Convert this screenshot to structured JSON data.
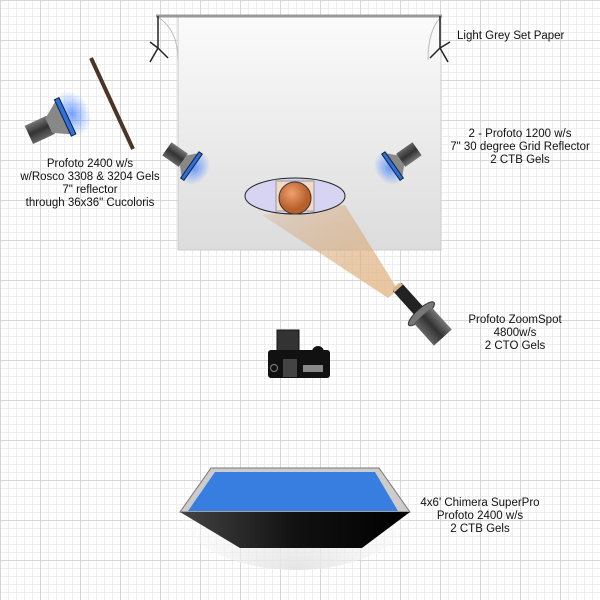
{
  "labels": {
    "set_paper": [
      "Light Grey Set Paper"
    ],
    "left_light": [
      "Profoto 2400 w/s",
      "w/Rosco 3308 & 3204 Gels",
      "7\" reflector",
      "through 36x36\" Cucoloris"
    ],
    "hair_lights": [
      "2 - Profoto 1200 w/s",
      "7\" 30 degree Grid Reflector",
      "2 CTB Gels"
    ],
    "zoomspot": [
      "Profoto ZoomSpot",
      "4800w/s",
      "2 CTO Gels"
    ],
    "softbox": [
      "4x6' Chimera SuperPro",
      "Profoto 2400 w/s",
      "2 CTB Gels"
    ]
  },
  "colors": {
    "gel_blue": "#2f6fe0",
    "cto_beam": "#d9a06a",
    "softbox_face": "#377ee0",
    "subject": "#d07a40"
  }
}
